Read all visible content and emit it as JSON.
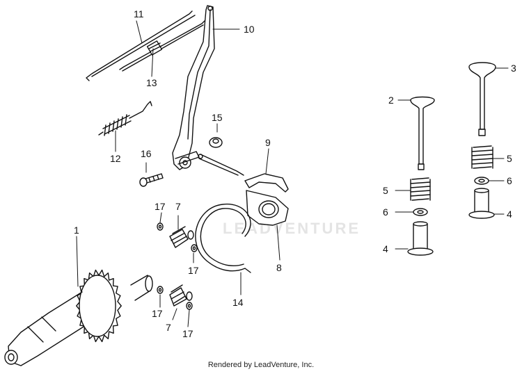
{
  "watermark": "LEADVENTURE",
  "footer": "Rendered by LeadVenture, Inc.",
  "callouts": {
    "c1": "1",
    "c2": "2",
    "c3": "3",
    "c4a": "4",
    "c4b": "4",
    "c5a": "5",
    "c5b": "5",
    "c6a": "6",
    "c6b": "6",
    "c7a": "7",
    "c7b": "7",
    "c8": "8",
    "c9": "9",
    "c10": "10",
    "c11": "11",
    "c12": "12",
    "c13": "13",
    "c14": "14",
    "c15": "15",
    "c16": "16",
    "c17a": "17",
    "c17b": "17",
    "c17c": "17",
    "c17d": "17"
  },
  "colors": {
    "line": "#111111",
    "watermark": "#e4e4e4"
  }
}
